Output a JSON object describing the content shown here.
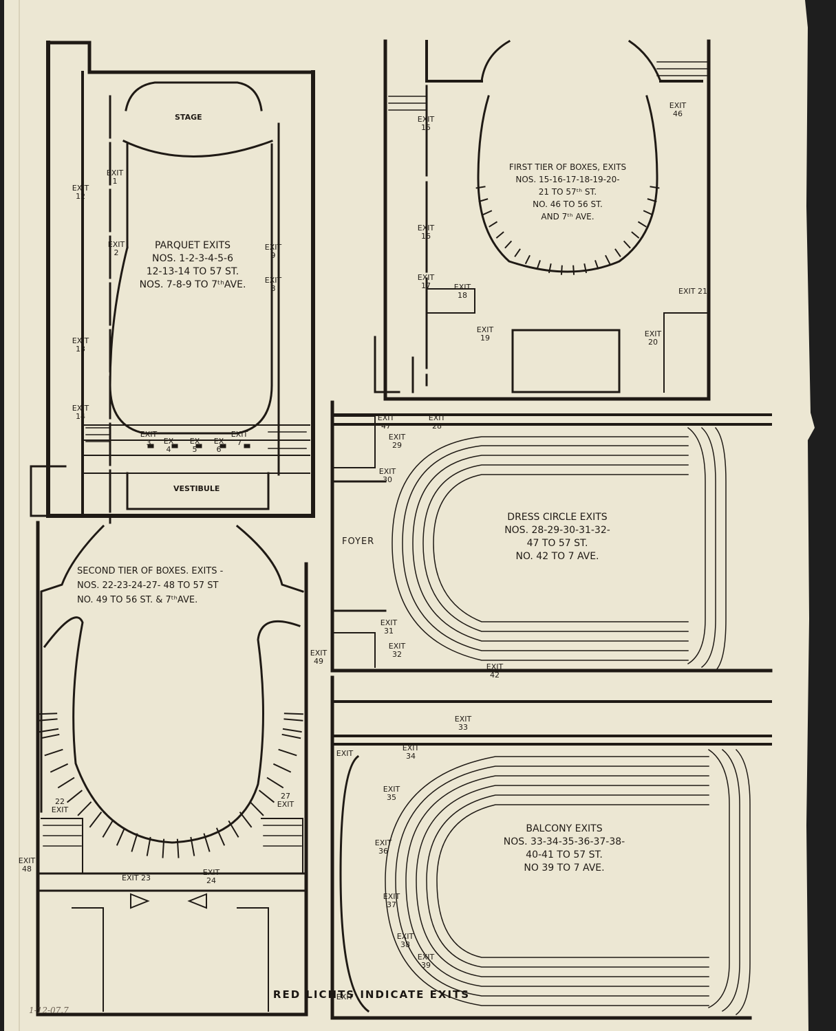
{
  "panels": {
    "parquet": {
      "stage": "STAGE",
      "vestibule": "VESTIBULE",
      "title": [
        "PARQUET EXITS",
        "NOS. 1-2-3-4-5-6",
        "12-13-14 TO 57 ST.",
        "NOS. 7-8-9 TO 7ᵗʰAVE."
      ],
      "exits": [
        "EXIT 1",
        "EXIT 2",
        "EXIT 3",
        "EX 4",
        "EX 5",
        "EX 6",
        "EXIT 7",
        "EXIT 8",
        "EXIT 9",
        "EXIT 12",
        "EXIT 13",
        "EXIT 14"
      ]
    },
    "first_tier": {
      "title": [
        "FIRST TIER OF BOXES, EXITS",
        "NOS. 15-16-17-18-19-20-",
        "21 TO 57ᵗʰ ST.",
        "NO. 46 TO 56 ST.",
        "AND 7ᵗʰ AVE."
      ],
      "exits": [
        "EXIT 15",
        "EXIT 16",
        "EXIT 17",
        "EXIT 18",
        "EXIT 19",
        "EXIT 20",
        "EXIT 21",
        "EXIT 46"
      ]
    },
    "dress_circle": {
      "foyer": "FOYER",
      "title": [
        "DRESS CIRCLE EXITS",
        "NOS. 28-29-30-31-32-",
        "47 TO 57 ST.",
        "NO. 42 TO 7 AVE."
      ],
      "exits": [
        "EXIT 47",
        "EXIT 28",
        "EXIT 29",
        "EXIT 30",
        "EXIT 31",
        "EXIT 32",
        "EXIT 42"
      ]
    },
    "second_tier": {
      "title": [
        "SECOND TIER OF BOXES. EXITS -",
        "NOS. 22-23-24-27- 48 TO 57 ST",
        "NO. 49 TO 56 ST. & 7ᵗʰAVE."
      ],
      "exits": [
        "EXIT 49",
        "22 EXIT",
        "27 EXIT",
        "EXIT 48",
        "EXIT 23",
        "EXIT 24"
      ]
    },
    "balcony": {
      "title": [
        "BALCONY EXITS",
        "NOS. 33-34-35-36-37-38-",
        "40-41 TO 57 ST.",
        "NO 39 TO 7 AVE."
      ],
      "exits": [
        "EXIT 33",
        "EXIT",
        "EXIT 34",
        "EXIT 35",
        "EXIT 36",
        "EXIT 37",
        "EXIT 38",
        "EXIT 39",
        "EXIT"
      ]
    }
  },
  "caption": "RED LICHTS INDICATE EXITS",
  "handwritten_note": "1-12-07.7",
  "colors": {
    "paper": "#ece7d3",
    "ink": "#1f1a15",
    "background": "#1e1e1e"
  }
}
